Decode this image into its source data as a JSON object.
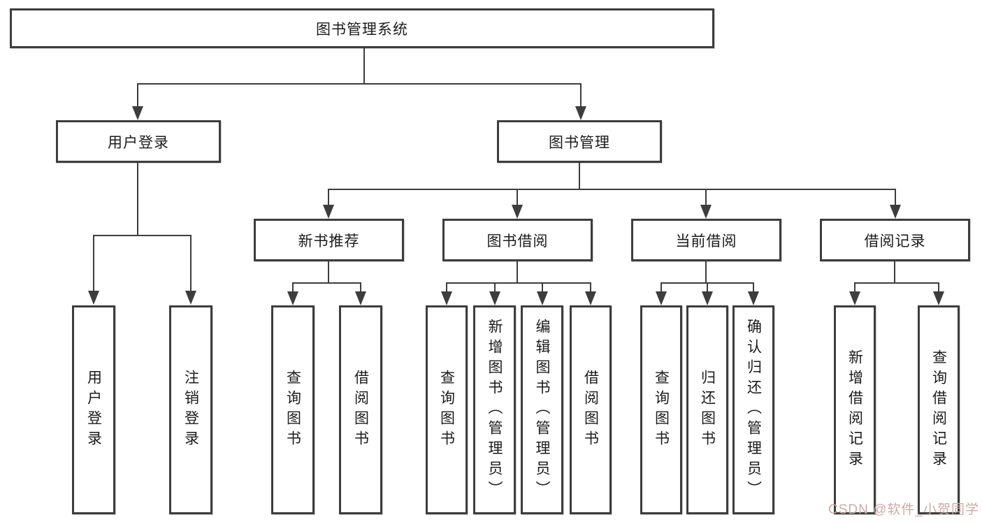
{
  "diagram": {
    "root": {
      "label": "图书管理系统"
    },
    "branches": [
      {
        "label": "用户登录",
        "children": [
          {
            "label": "用户登录"
          },
          {
            "label": "注销登录"
          }
        ]
      },
      {
        "label": "图书管理",
        "children": [
          {
            "label": "新书推荐",
            "children": [
              {
                "label": "查询图书"
              },
              {
                "label": "借阅图书"
              }
            ]
          },
          {
            "label": "图书借阅",
            "children": [
              {
                "label": "查询图书"
              },
              {
                "label": "新增图书（管理员）"
              },
              {
                "label": "编辑图书（管理员）"
              },
              {
                "label": "借阅图书"
              }
            ]
          },
          {
            "label": "当前借阅",
            "children": [
              {
                "label": "查询图书"
              },
              {
                "label": "归还图书"
              },
              {
                "label": "确认归还（管理员）"
              }
            ]
          },
          {
            "label": "借阅记录",
            "children": [
              {
                "label": "新增借阅记录"
              },
              {
                "label": "查询借阅记录"
              }
            ]
          }
        ]
      }
    ]
  },
  "watermark": {
    "text": "CSDN @软件_小贺同学"
  },
  "colors": {
    "line": "#3d3d3d",
    "text": "#1b1b1b",
    "background": "#ffffff",
    "watermark": "#cfaaa4"
  }
}
